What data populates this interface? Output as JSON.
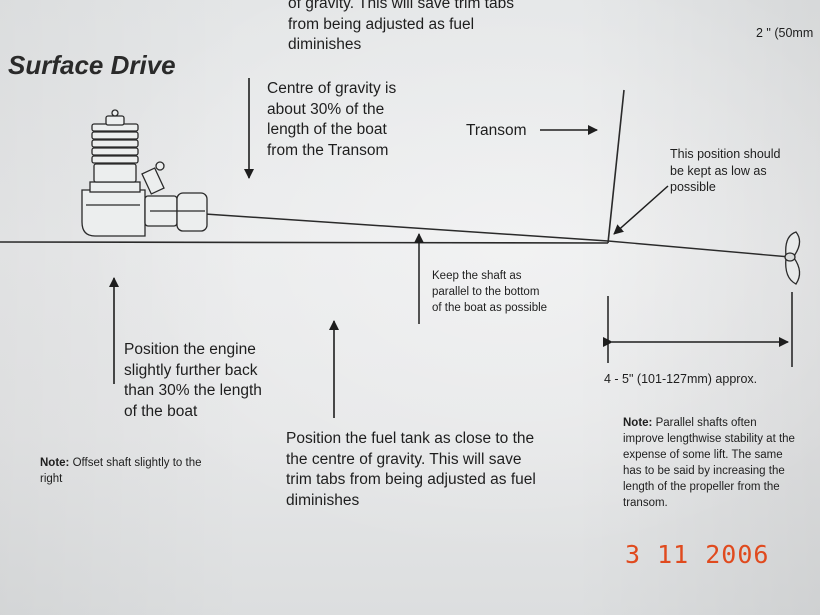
{
  "top_fragment": "of gravity.  This will save trim tabs\nfrom being adjusted as fuel\ndiminishes",
  "dimension_fragment": "2 \" (50mm",
  "title": "Surface Drive",
  "centre_of_gravity_note": "Centre of gravity is\nabout 30% of the\nlength of the boat\nfrom the Transom",
  "transom_label": "Transom",
  "low_position_note": "This position should\nbe kept as low as\npossible",
  "shaft_note": "Keep the shaft as\nparallel to the bottom\nof the boat as possible",
  "engine_note": "Position the engine\nslightly further back\nthan 30% the length\nof the boat",
  "dimension_label": "4 - 5\" (101-127mm) approx.",
  "fuel_tank_note": "Position the fuel tank as close to the\nthe centre of gravity.  This will save\ntrim tabs from being adjusted as fuel\ndiminishes",
  "offset_note": {
    "label": "Note:",
    "text": " Offset shaft slightly to the\nright"
  },
  "parallel_note": {
    "label": "Note:",
    "text": " Parallel shafts often\nimprove lengthwise stability at the\nexpense of some lift.  The same\nhas to be said by increasing the\nlength of the propeller from the\ntransom."
  },
  "date_stamp": "3 11 2006",
  "colors": {
    "ink": "#1e1e1e",
    "date_stamp": "#e04a1e",
    "paper": "#e6e7e8"
  }
}
